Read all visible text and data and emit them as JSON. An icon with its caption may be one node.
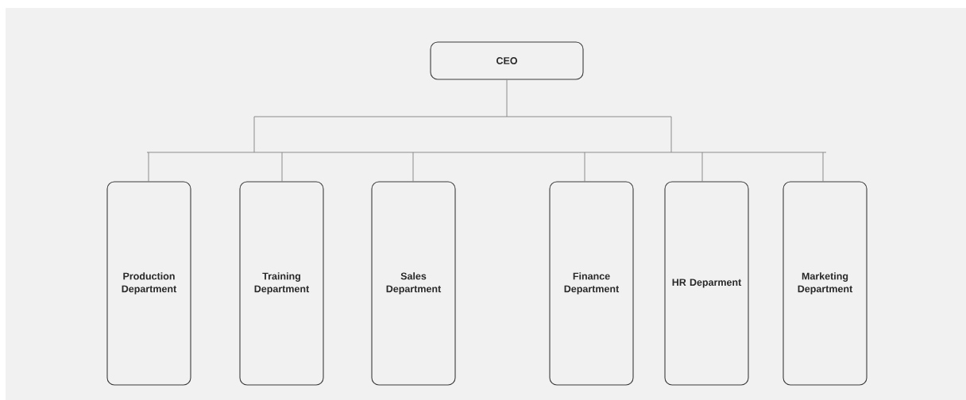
{
  "diagram": {
    "nodes": [
      {
        "text": [
          "CEO"
        ]
      },
      {
        "text": [
          "Production Department"
        ]
      },
      {
        "text": [
          "Training Department"
        ]
      },
      {
        "text": [
          "Sales Department"
        ]
      },
      {
        "text": [
          "Finance Department"
        ]
      },
      {
        "text": [
          "HR Deparment"
        ]
      },
      {
        "text": [
          "Marketing Department"
        ]
      }
    ],
    "edges": [
      {
        "from": 0,
        "to": 1,
        "arrow": "none"
      },
      {
        "from": 0,
        "to": 2,
        "arrow": "none"
      },
      {
        "from": 0,
        "to": 3,
        "arrow": "none"
      },
      {
        "from": 0,
        "to": 4,
        "arrow": "none"
      },
      {
        "from": 0,
        "to": 5,
        "arrow": "none"
      },
      {
        "from": 0,
        "to": 6,
        "arrow": "none"
      }
    ]
  }
}
